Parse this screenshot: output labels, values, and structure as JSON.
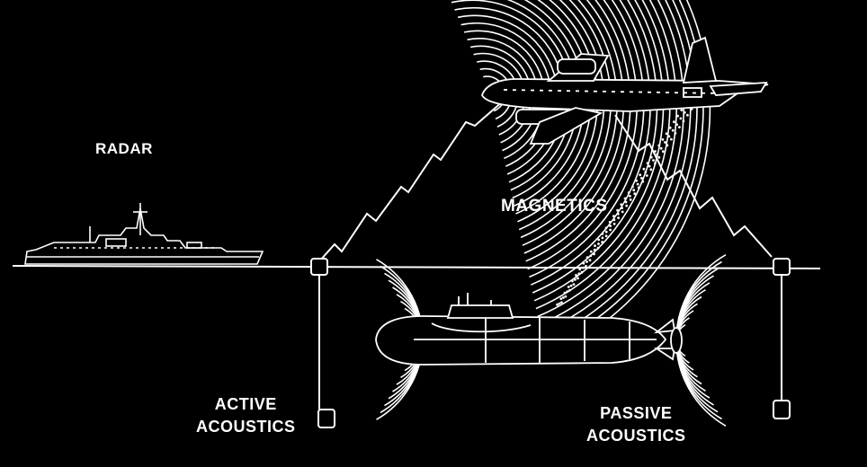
{
  "labels": {
    "radar": "RADAR",
    "magnetics": "MAGNETICS",
    "active_line1": "ACTIVE",
    "active_line2": "ACOUSTICS",
    "passive_line1": "PASSIVE",
    "passive_line2": "ACOUSTICS"
  },
  "colors": {
    "background": "#000000",
    "foreground": "#ffffff"
  }
}
